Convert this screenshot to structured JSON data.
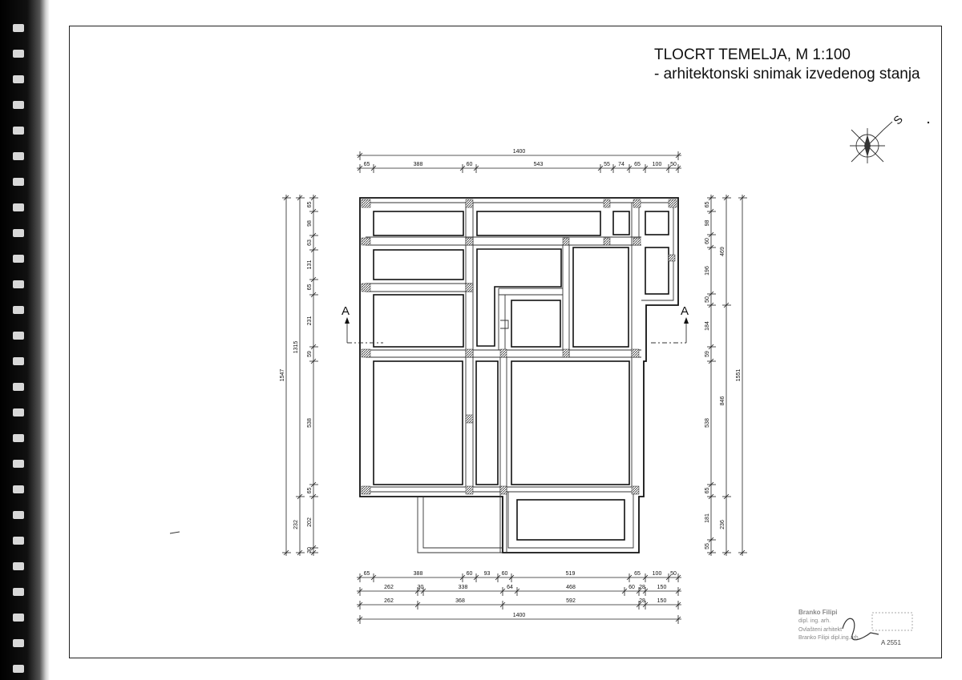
{
  "title": {
    "main": "TLOCRT TEMELJA,  M 1:100",
    "sub": "- arhitektonski snimak izvedenog stanja"
  },
  "north_label": "S",
  "section_label": "A",
  "dims": {
    "top_total": "1400",
    "top": [
      "65",
      "388",
      "60",
      "543",
      "55",
      "74",
      "65",
      "100",
      "50"
    ],
    "bottom1": [
      "65",
      "388",
      "60",
      "93",
      "60",
      "519",
      "65",
      "100",
      "50"
    ],
    "bottom2": [
      "262",
      "30",
      "338",
      "64",
      "468",
      "60",
      "28",
      "150"
    ],
    "bottom3": [
      "262",
      "368",
      "592",
      "28",
      "150"
    ],
    "bottom_total": "1400",
    "left_total": "1547",
    "left_mid": [
      "1315",
      "232"
    ],
    "left": [
      "65",
      "98",
      "63",
      "131",
      "65",
      "231",
      "59",
      "538",
      "65",
      "202",
      "30"
    ],
    "right_total": "1551",
    "right_mid": [
      "469",
      "846",
      "236"
    ],
    "right": [
      "65",
      "98",
      "60",
      "196",
      "50",
      "184",
      "59",
      "538",
      "65",
      "181",
      "55"
    ]
  },
  "stamp": {
    "name": "Branko Filipi",
    "title": "dipl. ing. arh.",
    "line3": "Ovlašteni arhitekt",
    "line4": "Branko Filipi dipl.ing.arh.",
    "code": "A 2551"
  },
  "colors": {
    "ink": "#111111",
    "paper": "#ffffff"
  }
}
